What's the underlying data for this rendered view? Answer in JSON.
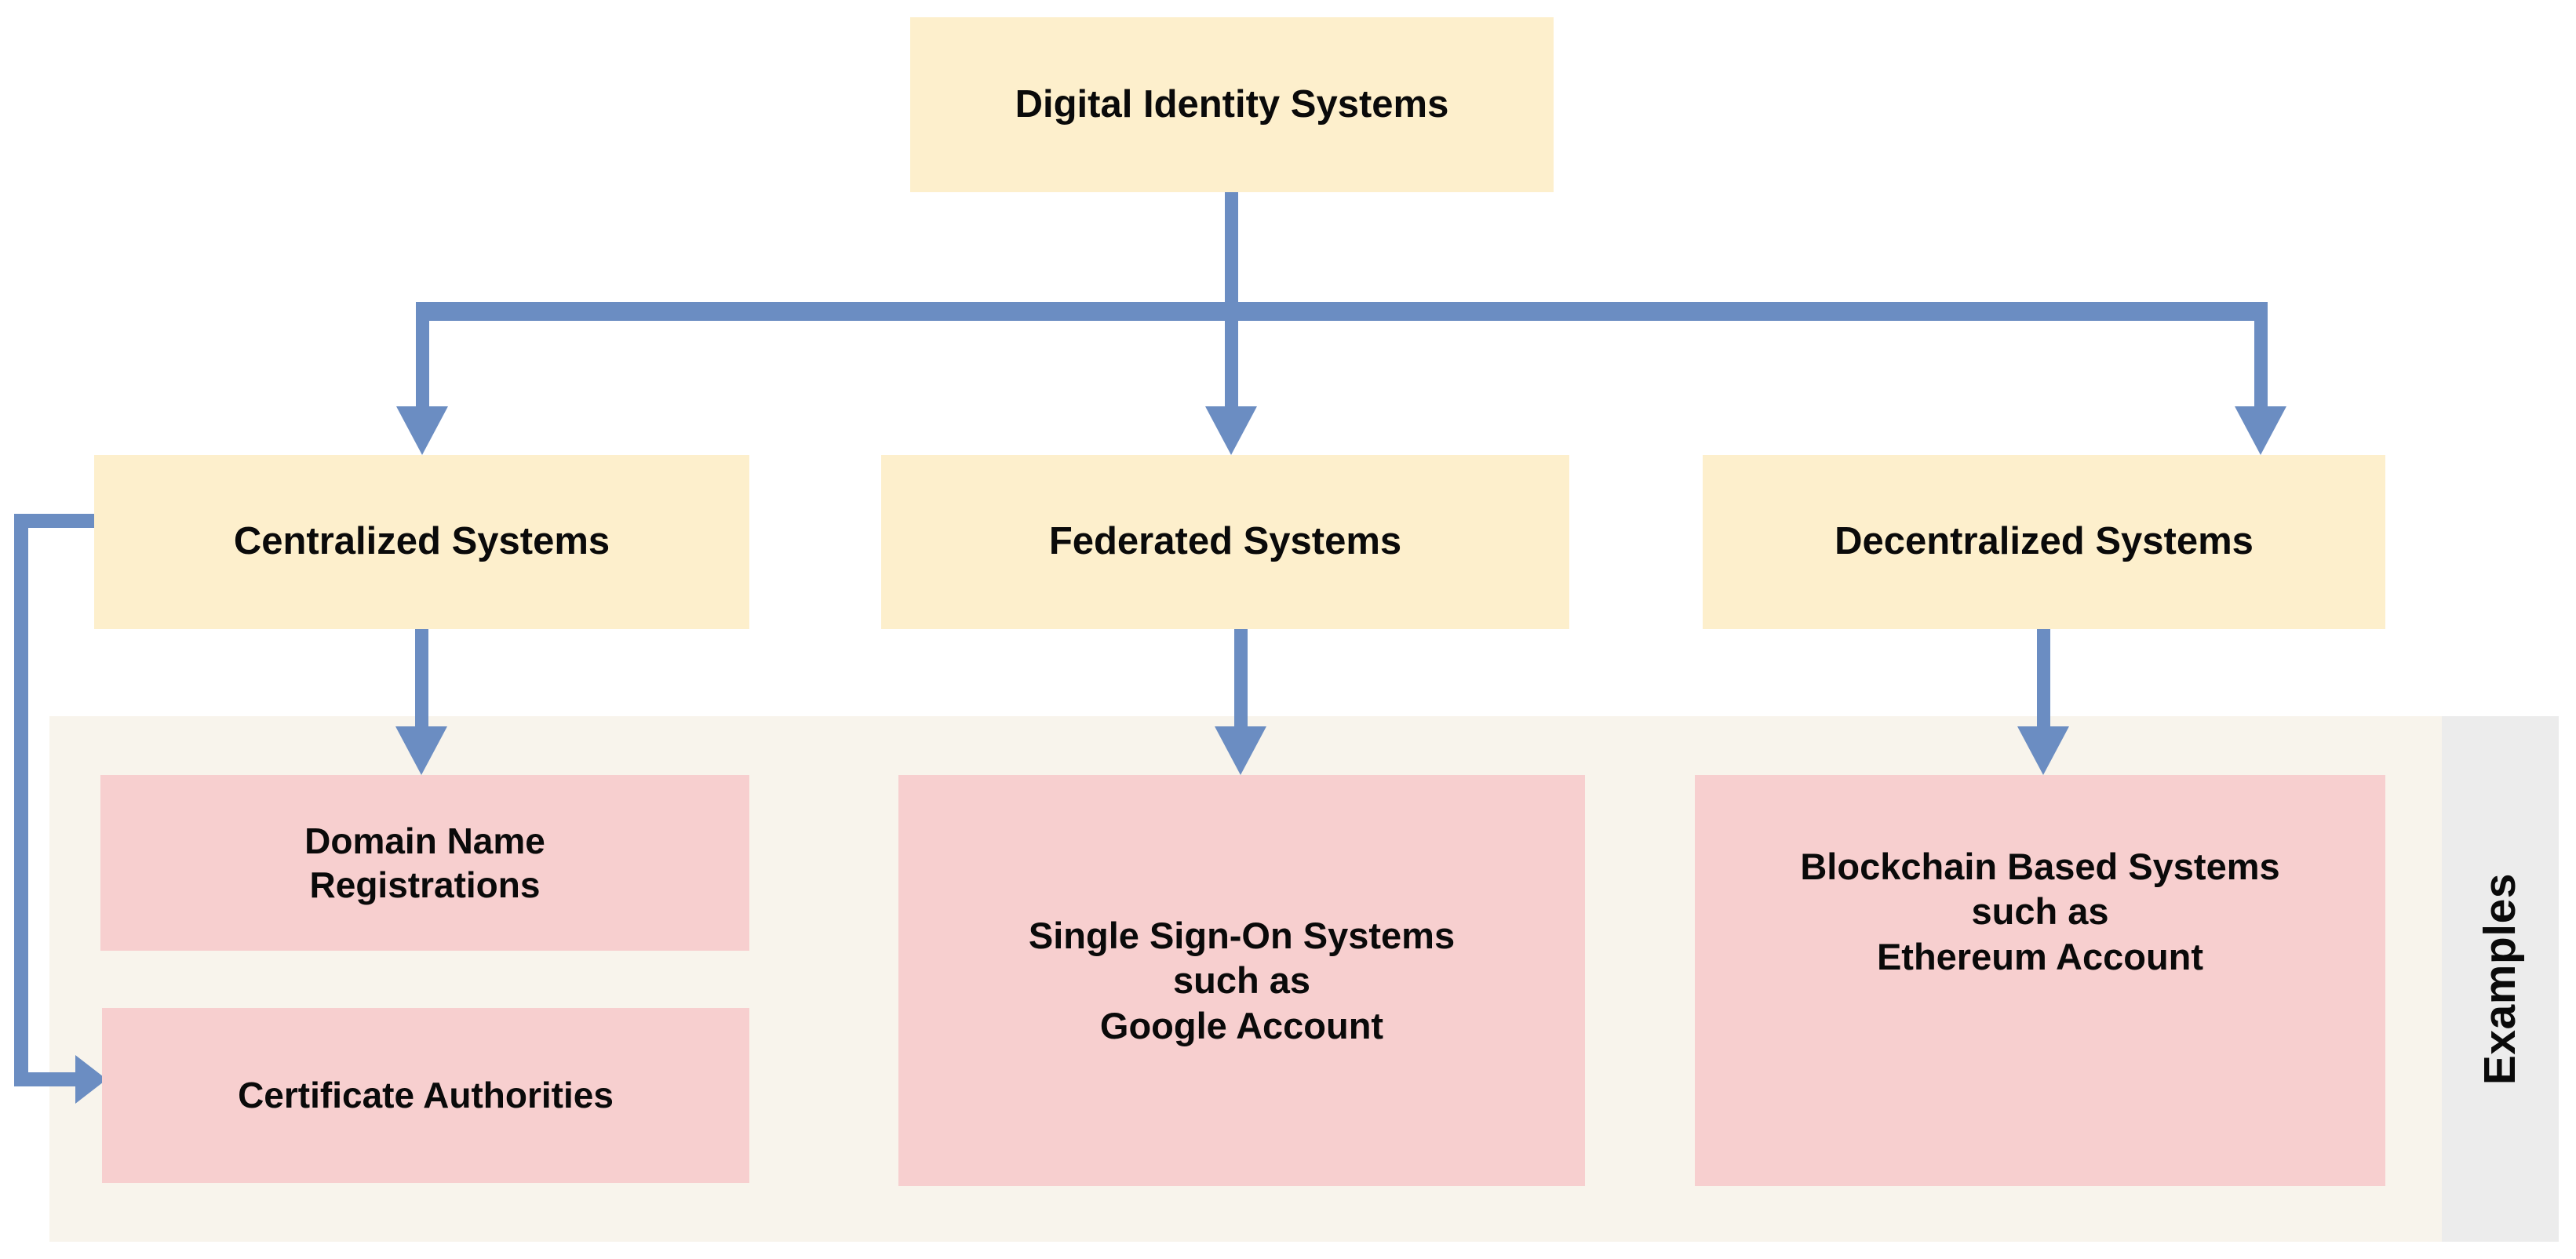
{
  "diagram": {
    "title": "Digital Identity Systems",
    "root": {
      "label": "Digital Identity Systems"
    },
    "categories": [
      {
        "id": "centralized",
        "label": "Centralized Systems"
      },
      {
        "id": "federated",
        "label": "Federated Systems"
      },
      {
        "id": "decentralized",
        "label": "Decentralized Systems"
      }
    ],
    "examples_band": {
      "side_label": "Examples"
    },
    "examples": [
      {
        "id": "dns",
        "parent": "centralized",
        "label": "Domain Name\nRegistrations"
      },
      {
        "id": "ca",
        "parent": "centralized",
        "label": "Certificate Authorities"
      },
      {
        "id": "sso",
        "parent": "federated",
        "label": "Single Sign-On Systems\nsuch as\nGoogle Account"
      },
      {
        "id": "blockchain",
        "parent": "decentralized",
        "label": "Blockchain Based Systems\nsuch as\nEthereum Account"
      }
    ],
    "colors": {
      "category_box": "#FDEFCC",
      "example_box": "#F7CFCF",
      "connector": "#6B8DC2",
      "examples_band": "#F8F4EC",
      "examples_label_panel": "#ECECEC",
      "text": "#0A0A0A",
      "background": "#FFFFFF"
    }
  }
}
